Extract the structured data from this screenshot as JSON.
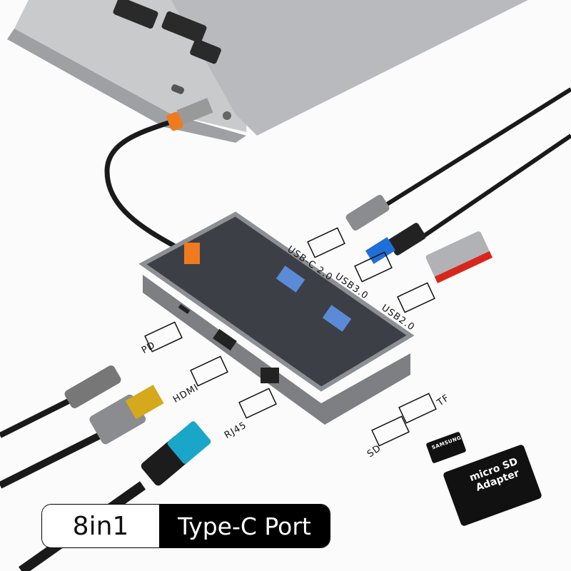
{
  "banner": {
    "count_label": "8in1",
    "type_label": "Type-C Port"
  },
  "ports": {
    "usb_c": "USB-C 2.0",
    "usb3": "USB3.0",
    "usb2": "USB2.0",
    "pd": "PD",
    "hdmi": "HDMI",
    "rj45": "RJ45",
    "sd": "SD",
    "tf": "TF"
  },
  "card": {
    "brand": "SAMSUNG",
    "adapter": "micro SD Adapter"
  },
  "colors": {
    "accent_orange": "#f07a1e",
    "usb3_blue": "#1f6fd8",
    "flash_red": "#d9261c",
    "ethernet_blue": "#1aa6c8"
  }
}
